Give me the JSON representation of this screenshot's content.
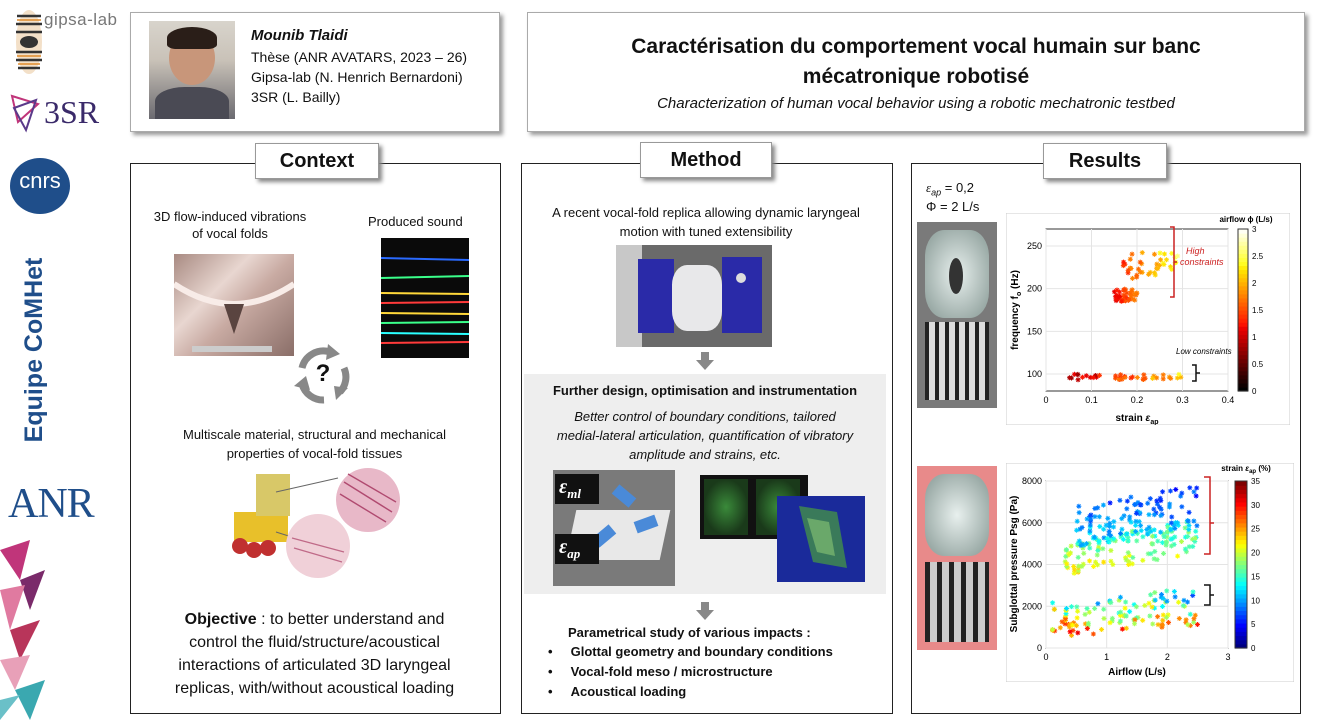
{
  "sidebar": {
    "gipsa_label": "gipsa-lab",
    "lab_3sr": "3SR",
    "cnrs": "cnrs",
    "team": "Equipe CoMHet",
    "anr": "ANR"
  },
  "author": {
    "name": "Mounib Tlaidi",
    "line1": "Thèse (ANR AVATARS, 2023 – 26)",
    "line2": "Gipsa-lab (N. Henrich Bernardoni)",
    "line3": "3SR (L. Bailly)"
  },
  "title": {
    "fr_line1": "Caractérisation du comportement vocal humain sur banc",
    "fr_line2": "mécatronique robotisé",
    "en": "Characterization of human vocal behavior using a robotic mechatronic testbed"
  },
  "context": {
    "heading": "Context",
    "flow_caption_1": "3D flow-induced vibrations",
    "flow_caption_2": "of vocal folds",
    "sound_caption": "Produced  sound",
    "question": "?",
    "multiscale_1": "Multiscale material, structural and mechanical",
    "multiscale_2": "properties  of vocal-fold tissues",
    "objective_label": "Objective",
    "objective_1": " : to better understand and",
    "objective_2": "control the fluid/structure/acoustical",
    "objective_3": "interactions of articulated 3D laryngeal",
    "objective_4": "replicas, with/without acoustical loading"
  },
  "method": {
    "heading": "Method",
    "replica_1": "A recent vocal-fold replica allowing dynamic laryngeal",
    "replica_2": "motion  with tuned extensibility",
    "further_title": "Further design, optimisation and instrumentation",
    "further_1": "Better control of boundary  conditions, tailored",
    "further_2": "medial-lateral articulation, quantification of vibratory",
    "further_3": "amplitude and strains,  etc.",
    "eps_ml_base": "ε",
    "eps_ml_sub": "ml",
    "eps_ap_base": "ε",
    "eps_ap_sub": "ap",
    "param_title": "Parametrical study of various impacts :",
    "bullets": [
      "Glottal geometry and boundary conditions",
      "Vocal-fold meso / microstructure",
      "Acoustical loading"
    ]
  },
  "results": {
    "heading": "Results",
    "cond_1_sym": "ε",
    "cond_1_sub": "ap",
    "cond_1_val": " = 0,2",
    "cond_2": "Φ = 2 L/s",
    "high_constraints": "High constraints",
    "low_constraints": "Low constraints"
  },
  "chart_data": [
    {
      "type": "scatter",
      "xlabel": "strain ε_ap",
      "ylabel": "frequency f_o (Hz)",
      "xlim": [
        0,
        0.4
      ],
      "ylim": [
        80,
        270
      ],
      "xticks": [
        "0",
        "0.1",
        "0.2",
        "0.3",
        "0.4"
      ],
      "yticks": [
        "100",
        "150",
        "200",
        "250"
      ],
      "colorbar_title": "airflow ϕ (L/s)",
      "colorbar_ticks": [
        "0",
        "0.5",
        "1",
        "1.5",
        "2",
        "2.5",
        "3"
      ],
      "colormap": "hot",
      "annotations": [
        "High constraints",
        "Low constraints"
      ],
      "clusters": [
        {
          "x_range": [
            0.05,
            0.3
          ],
          "y_range": [
            93,
            100
          ],
          "airflow_range": [
            0.5,
            2.5
          ]
        },
        {
          "x_range": [
            0.15,
            0.2
          ],
          "y_range": [
            185,
            200
          ],
          "airflow_range": [
            1.0,
            2.0
          ]
        },
        {
          "x_range": [
            0.17,
            0.29
          ],
          "y_range": [
            212,
            243
          ],
          "airflow_range": [
            1.2,
            2.8
          ]
        }
      ]
    },
    {
      "type": "scatter",
      "xlabel": "Airflow (L/s)",
      "ylabel": "Subglottal pressure Psg (Pa)",
      "xlim": [
        0,
        3
      ],
      "ylim": [
        0,
        8000
      ],
      "xticks": [
        "0",
        "1",
        "2",
        "3"
      ],
      "yticks": [
        "0",
        "2000",
        "4000",
        "6000",
        "8000"
      ],
      "colorbar_title": "strain ε_ap (%)",
      "colorbar_ticks": [
        "0",
        "5",
        "10",
        "15",
        "20",
        "25",
        "30",
        "35"
      ],
      "colormap": "jet",
      "clusters": [
        {
          "x_range": [
            0.1,
            2.5
          ],
          "y_from": [
            500,
            2200
          ],
          "y_to": [
            1100,
            2900
          ],
          "strain_range": [
            3,
            35
          ]
        },
        {
          "x_range": [
            0.3,
            2.5
          ],
          "y_from": [
            3500,
            5000
          ],
          "y_to": [
            4500,
            6200
          ],
          "strain_range": [
            10,
            25
          ]
        },
        {
          "x_range": [
            0.5,
            2.5
          ],
          "y_from": [
            4800,
            6800
          ],
          "y_to": [
            5800,
            7800
          ],
          "strain_range": [
            3,
            15
          ]
        }
      ]
    }
  ],
  "colors": {
    "panel_border": "#222222",
    "bracket": "#cc2222",
    "highlight_frame": "#e88a8a"
  }
}
